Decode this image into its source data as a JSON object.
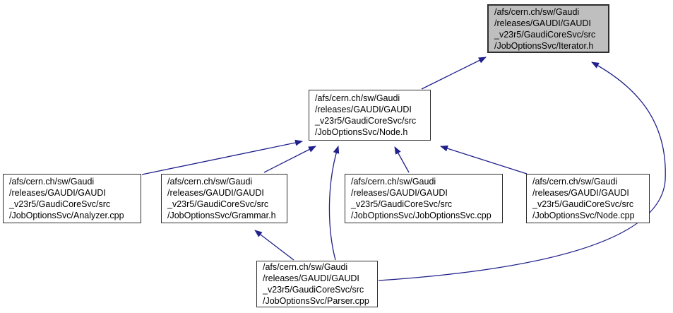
{
  "diagram": {
    "type": "include-dependency-graph",
    "colors": {
      "background": "#ffffff",
      "edge": "#20208c",
      "node_border": "#2e2e2e",
      "node_fill": "#ffffff",
      "highlight_fill": "#bfbfbf",
      "text": "#000000"
    },
    "nodes": [
      {
        "id": "iterator-h",
        "highlighted": true,
        "lines": [
          "/afs/cern.ch/sw/Gaudi",
          "/releases/GAUDI/GAUDI",
          "_v23r5/GaudiCoreSvc/src",
          "/JobOptionsSvc/Iterator.h"
        ]
      },
      {
        "id": "node-h",
        "highlighted": false,
        "lines": [
          "/afs/cern.ch/sw/Gaudi",
          "/releases/GAUDI/GAUDI",
          "_v23r5/GaudiCoreSvc/src",
          "/JobOptionsSvc/Node.h"
        ]
      },
      {
        "id": "analyzer-cpp",
        "highlighted": false,
        "lines": [
          "/afs/cern.ch/sw/Gaudi",
          "/releases/GAUDI/GAUDI",
          "_v23r5/GaudiCoreSvc/src",
          "/JobOptionsSvc/Analyzer.cpp"
        ]
      },
      {
        "id": "grammar-h",
        "highlighted": false,
        "lines": [
          "/afs/cern.ch/sw/Gaudi",
          "/releases/GAUDI/GAUDI",
          "_v23r5/GaudiCoreSvc/src",
          "/JobOptionsSvc/Grammar.h"
        ]
      },
      {
        "id": "joboptionssvc-cpp",
        "highlighted": false,
        "lines": [
          "/afs/cern.ch/sw/Gaudi",
          "/releases/GAUDI/GAUDI",
          "_v23r5/GaudiCoreSvc/src",
          "/JobOptionsSvc/JobOptionsSvc.cpp"
        ]
      },
      {
        "id": "node-cpp",
        "highlighted": false,
        "lines": [
          "/afs/cern.ch/sw/Gaudi",
          "/releases/GAUDI/GAUDI",
          "_v23r5/GaudiCoreSvc/src",
          "/JobOptionsSvc/Node.cpp"
        ]
      },
      {
        "id": "parser-cpp",
        "highlighted": false,
        "lines": [
          "/afs/cern.ch/sw/Gaudi",
          "/releases/GAUDI/GAUDI",
          "_v23r5/GaudiCoreSvc/src",
          "/JobOptionsSvc/Parser.cpp"
        ]
      }
    ],
    "edges": [
      {
        "from": "node-h",
        "to": "iterator-h"
      },
      {
        "from": "parser-cpp",
        "to": "iterator-h"
      },
      {
        "from": "analyzer-cpp",
        "to": "node-h"
      },
      {
        "from": "grammar-h",
        "to": "node-h"
      },
      {
        "from": "parser-cpp",
        "to": "node-h"
      },
      {
        "from": "joboptionssvc-cpp",
        "to": "node-h"
      },
      {
        "from": "node-cpp",
        "to": "node-h"
      },
      {
        "from": "parser-cpp",
        "to": "grammar-h"
      }
    ]
  }
}
